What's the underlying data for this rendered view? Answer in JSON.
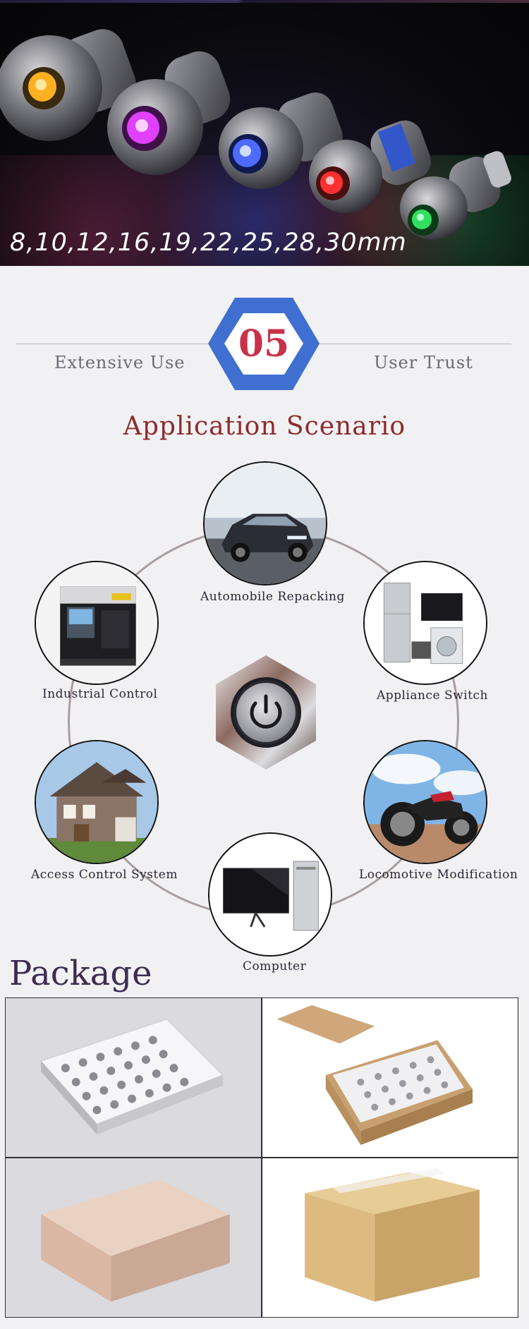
{
  "hero": {
    "sizes": "8,10,12,16,19,22,25,28,30mm"
  },
  "section": {
    "number": "05",
    "left_label": "Extensive Use",
    "right_label": "User Trust",
    "title": "Application Scenario"
  },
  "scenarios": [
    {
      "label": "Automobile Repacking"
    },
    {
      "label": "Industrial Control"
    },
    {
      "label": "Appliance Switch"
    },
    {
      "label": "Access Control System"
    },
    {
      "label": "Locomotive Modification"
    },
    {
      "label": "Computer"
    }
  ],
  "package": {
    "title": "Package"
  },
  "colors": {
    "hex_blue": "#3f6fd1",
    "number_red": "#c8324a",
    "title_red": "#8e2a2a",
    "package_purple": "#3e2b52"
  },
  "led_colors": [
    "#ffb020",
    "#e040ff",
    "#4d6bff",
    "#ff3030",
    "#30e060"
  ]
}
